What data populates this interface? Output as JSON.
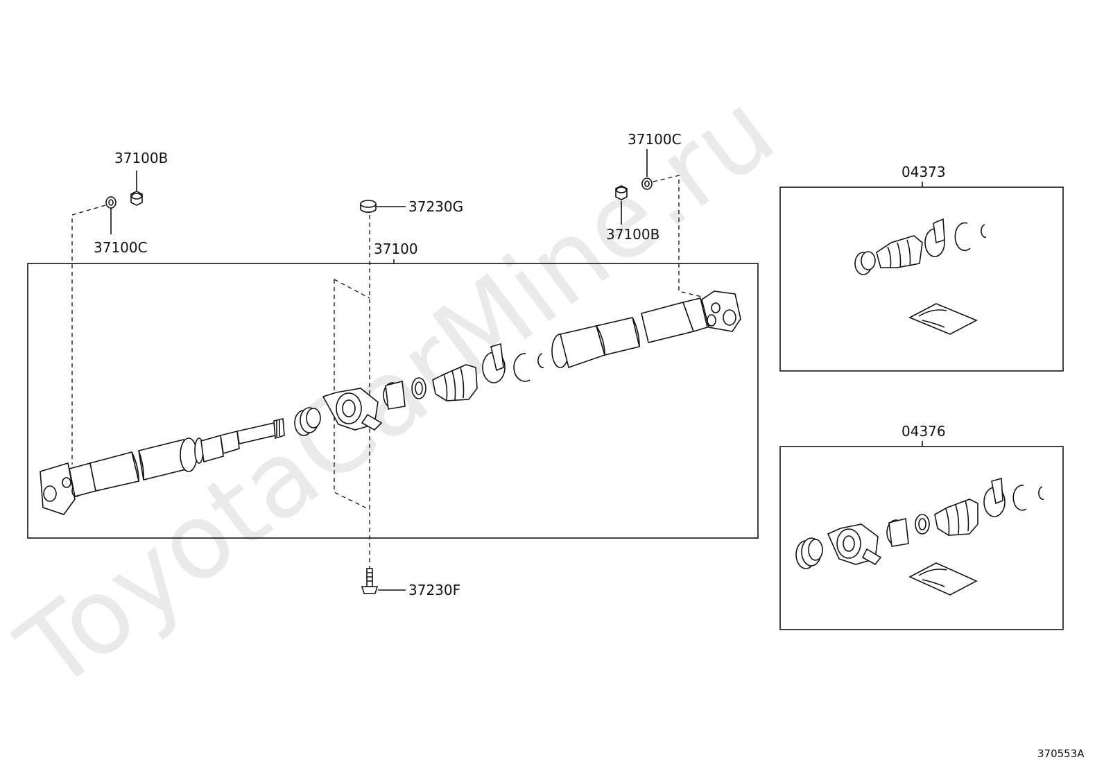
{
  "watermark": "ToyotaCarMine.ru",
  "figure_code": "370553A",
  "callouts": {
    "nut_left": "37100B",
    "washer_left": "37100C",
    "cushion_top": "37230G",
    "shaft_assy": "37100",
    "washer_right": "37100C",
    "nut_right": "37100B",
    "bolt_bottom": "37230F",
    "kit_a": "04373",
    "kit_b": "04376"
  }
}
